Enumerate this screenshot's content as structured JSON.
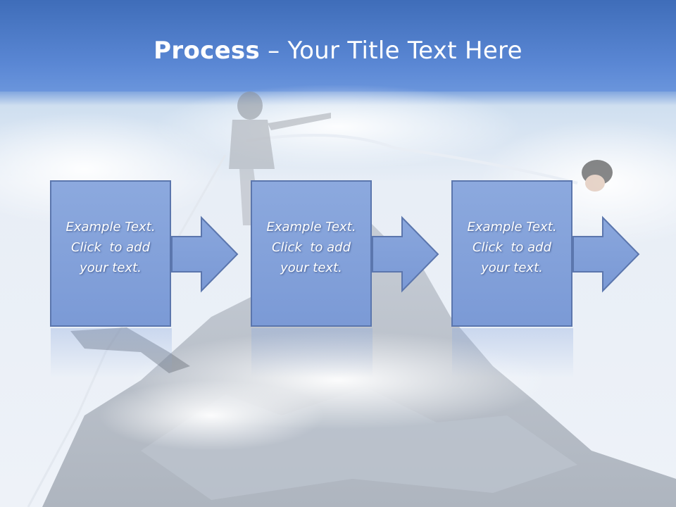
{
  "title": {
    "bold": "Process",
    "rest": " – Your Title Text Here"
  },
  "steps": [
    {
      "line1": "Example Text.",
      "line2": "Click  to add",
      "line3": "your text."
    },
    {
      "line1": "Example Text.",
      "line2": "Click  to add",
      "line3": "your text."
    },
    {
      "line1": "Example Text.",
      "line2": "Click  to add",
      "line3": "your text."
    }
  ],
  "colors": {
    "header": "#4f7fcf",
    "box_fill": "#7f9ed9",
    "box_border": "#5b76ad",
    "text": "#ffffff"
  },
  "background_image": "climbers-on-mountain-peak-in-clouds"
}
